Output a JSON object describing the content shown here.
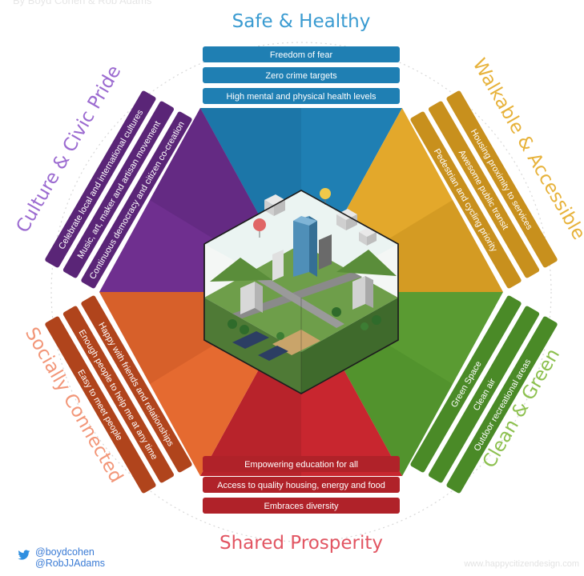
{
  "byline": "By Boyd Cohen & Rob Adams",
  "categories": {
    "safe": {
      "title": "Safe & Healthy",
      "color": "#1f7fb3",
      "items": [
        "Freedom of fear",
        "Zero crime targets",
        "High mental and physical health levels"
      ]
    },
    "walkable": {
      "title": "Walkable & Accessible",
      "color": "#e3a82b",
      "items": [
        "Housing proximity to services",
        "Awesome public transit",
        "Pedestrian and cycling priority"
      ]
    },
    "clean": {
      "title": "Clean & Green",
      "color": "#5a9b32",
      "items": [
        "Green Space",
        "Clean air",
        "Outdoor recreational areas"
      ]
    },
    "shared": {
      "title": "Shared Prosperity",
      "color": "#c8262f",
      "items": [
        "Empowering education for all",
        "Access to quality housing, energy and food",
        "Embraces diversity"
      ]
    },
    "social": {
      "title": "Socially Connected",
      "color": "#e56a30",
      "items": [
        "Happy with friends and relationships",
        "Enough people to help me at any time",
        "Easy to meet people"
      ]
    },
    "culture": {
      "title": "Culture & Civic Pride",
      "color": "#6f2f8f",
      "items": [
        "Celebrate local and international cultures",
        "Music, art, maker and artisan movement",
        "Continuous democracy and citizen co-creation"
      ]
    }
  },
  "footer": {
    "twitter_handles": [
      "@boydcohen",
      "@RobJJAdams"
    ],
    "credit": "www.happycitizendesign.com"
  }
}
